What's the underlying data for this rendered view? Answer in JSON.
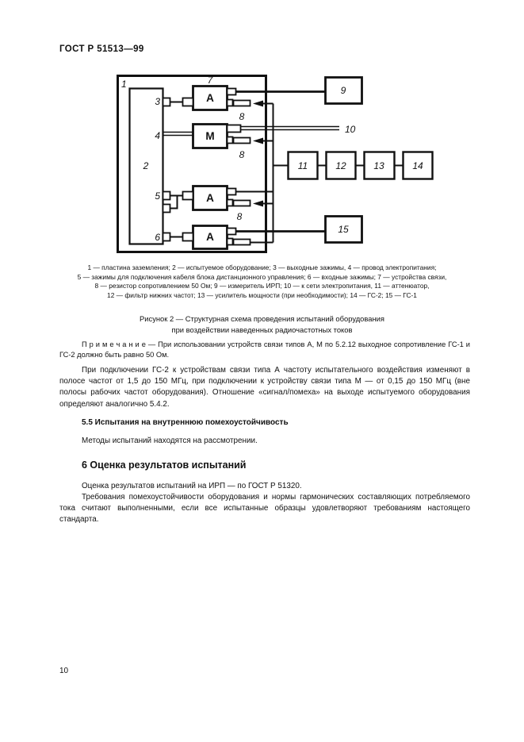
{
  "page": {
    "header": "ГОСТ Р 51513—99",
    "page_number": "10"
  },
  "diagram": {
    "labels": {
      "ground_plate": "1",
      "eut": "2",
      "t_output": "3",
      "t_power": "4",
      "t_remote": "5",
      "t_input": "6",
      "coupling": "7",
      "resistor": "8",
      "meter": "9",
      "mains": "10",
      "attenuator": "11",
      "filter": "12",
      "amplifier": "13",
      "gs2": "14",
      "gs1": "15",
      "block_a": "А",
      "block_m": "М"
    }
  },
  "figure": {
    "legend_lines": [
      "1 — пластина заземления; 2 — испытуемое оборудование; 3 — выходные зажимы, 4 — провод электропитания;",
      "5 — зажимы для подключения кабеля блока дистанционного управления; 6 — входные зажимы; 7 — устройства связи,",
      "8 — резистор сопротивлением 50 Ом; 9 — измеритель ИРП; 10 — к сети электропитания, 11 — аттенюатор,",
      "12 — фильтр нижних частот; 13 — усилитель мощности (при необходимости); 14 — ГС-2; 15 — ГС-1"
    ],
    "caption_line1": "Рисунок 2 — Структурная схема проведения испытаний оборудования",
    "caption_line2": "при воздействии наведенных радиочастотных токов"
  },
  "content": {
    "note": "П р и м е ч а н и е  —  При использовании устройств связи типов А, М по 5.2.12 выходное сопротивление ГС-1 и ГС-2 должно быть равно 50 Ом.",
    "para_frequency": "При подключении ГС-2 к устройствам связи типа А частоту испытательного воздействия изменяют в полосе частот от 1,5 до 150 МГц, при подключении к устройству связи типа М — от 0,15 до 150 МГц (вне полосы рабочих частот оборудования). Отношение «сигнал/помеха» на выходе испытуемого оборудования определяют аналогично 5.4.2.",
    "heading_5_5": "5.5 Испытания на внутреннюю помехоустойчивость",
    "para_methods": "Методы испытаний находятся на рассмотрении.",
    "heading_6": "6 Оценка результатов испытаний",
    "para_irp": "Оценка результатов испытаний на ИРП — по ГОСТ Р 51320.",
    "para_requirements": "Требования помехоустойчивости оборудования и нормы гармонических составляющих потребляемого тока считают выполненными, если все испытанные образцы удовлетворяют требованиям настоящего стандарта."
  }
}
